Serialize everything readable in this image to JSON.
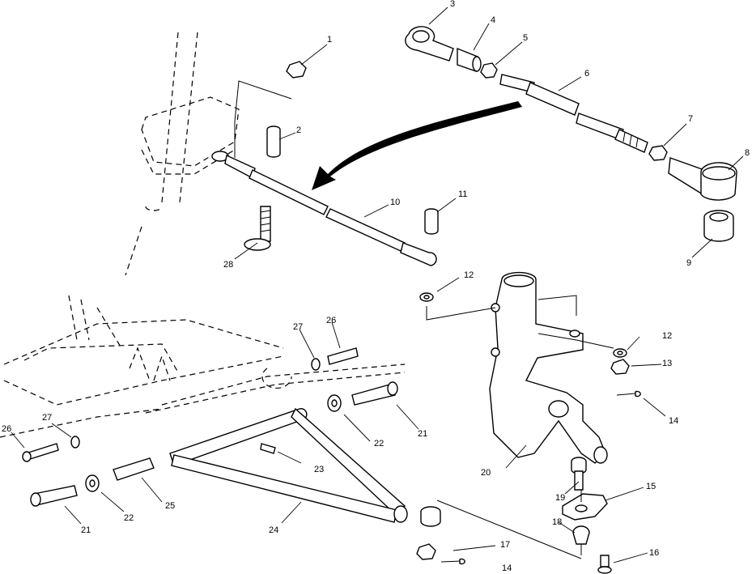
{
  "labels": {
    "p1": "1",
    "p2": "2",
    "p3": "3",
    "p4": "4",
    "p5": "5",
    "p6": "6",
    "p7": "7",
    "p8": "8",
    "p9": "9",
    "p10": "10",
    "p11": "11",
    "p12a": "12",
    "p12b": "12",
    "p13": "13",
    "p14a": "14",
    "p14b": "14",
    "p15": "15",
    "p16": "16",
    "p17": "17",
    "p18": "18",
    "p19": "19",
    "p20": "20",
    "p21a": "21",
    "p21b": "21",
    "p22a": "22",
    "p22b": "22",
    "p23": "23",
    "p24": "24",
    "p25": "25",
    "p26a": "26",
    "p26b": "26",
    "p27a": "27",
    "p27b": "27",
    "p28": "28"
  }
}
